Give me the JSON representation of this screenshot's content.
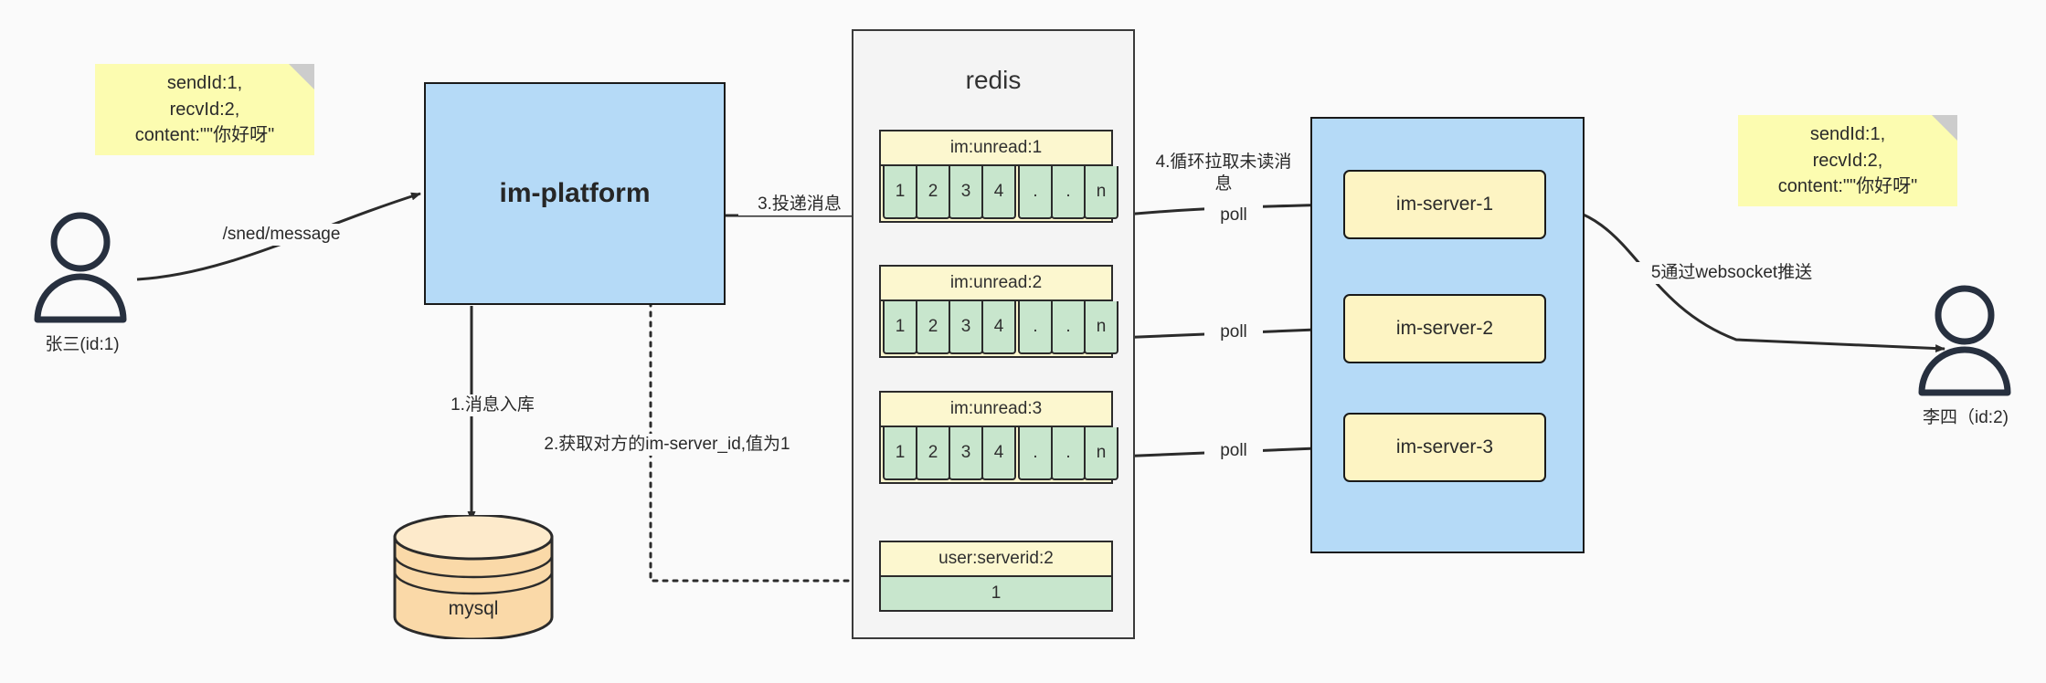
{
  "diagram": {
    "title": "IM message delivery architecture",
    "colors": {
      "background": "#fafafa",
      "note_yellow": "#fcfcb0",
      "process_blue": "#b5daf7",
      "queue_header_yellow": "#fcf7cf",
      "queue_cell_green": "#c8e6cd",
      "db_orange": "#fad9a8",
      "stroke_dark": "#1a1a1a"
    }
  },
  "notes": {
    "left": "sendId:1,\nrecvId:2,\ncontent:\"\"你好呀\"",
    "right": "sendId:1,\nrecvId:2,\ncontent:\"\"你好呀\""
  },
  "actors": {
    "sender": {
      "label": "张三(id:1)",
      "icon": "person-icon"
    },
    "receiver": {
      "label": "李四（id:2)",
      "icon": "person-icon"
    }
  },
  "platform": {
    "label": "im-platform"
  },
  "database": {
    "label": "mysql",
    "icon": "cylinder-database-icon"
  },
  "redis": {
    "title": "redis",
    "queues": [
      {
        "key": "im:unread:1",
        "cells": [
          "1",
          "2",
          "3",
          "4",
          ".",
          ".",
          "n"
        ]
      },
      {
        "key": "im:unread:2",
        "cells": [
          "1",
          "2",
          "3",
          "4",
          ".",
          ".",
          "n"
        ]
      },
      {
        "key": "im:unread:3",
        "cells": [
          "1",
          "2",
          "3",
          "4",
          ".",
          ".",
          "n"
        ]
      }
    ],
    "kv": {
      "key": "user:serverid:2",
      "value": "1"
    }
  },
  "servers": {
    "items": [
      {
        "label": "im-server-1"
      },
      {
        "label": "im-server-2"
      },
      {
        "label": "im-server-3"
      }
    ]
  },
  "edges": {
    "send_message": "/sned/message",
    "step1": "1.消息入库",
    "step2": "2.获取对方的im-server_id,值为1",
    "step3": "3.投递消息",
    "step4": "4.循环拉取未读消\n息",
    "poll1": "poll",
    "poll2": "poll",
    "poll3": "poll",
    "step5": "5通过websocket推送"
  }
}
